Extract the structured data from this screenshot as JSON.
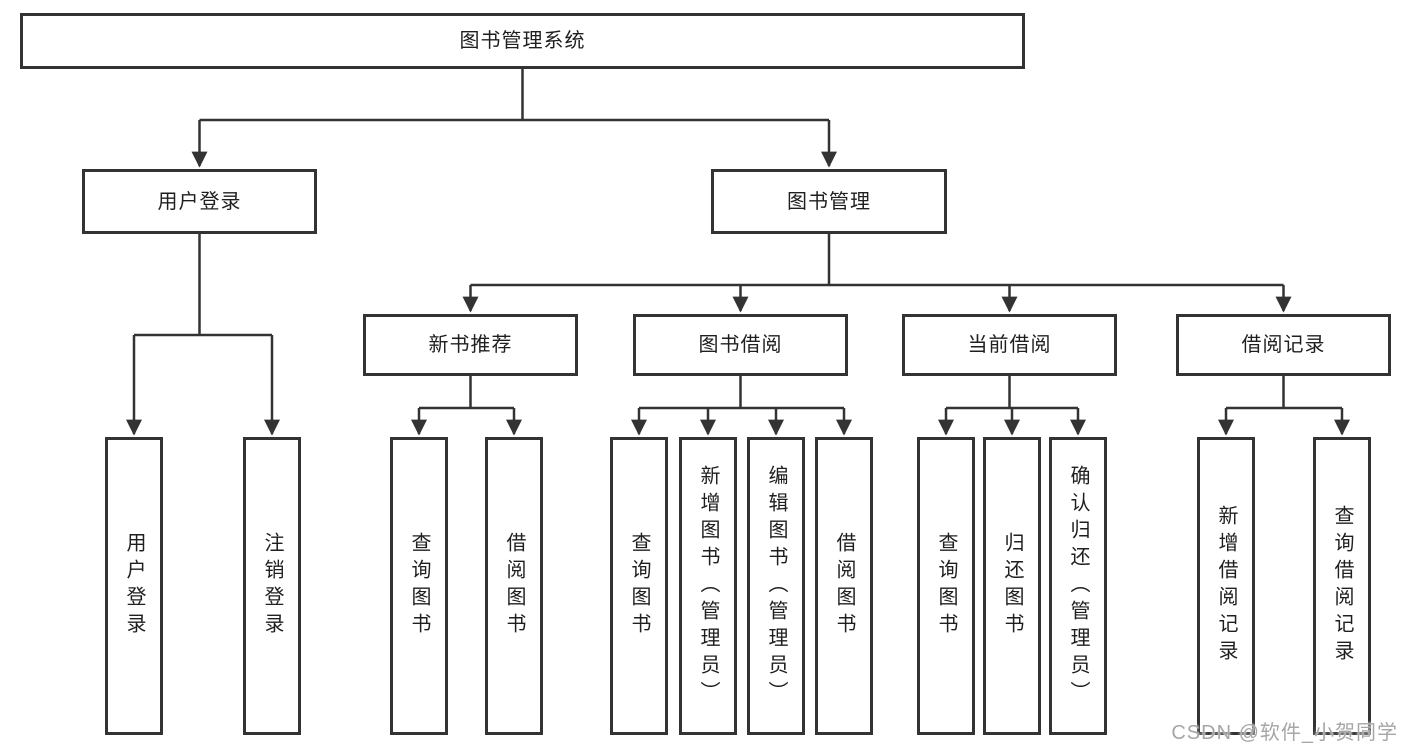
{
  "diagram": {
    "title": "图书管理系统",
    "root": {
      "label": "图书管理系统"
    },
    "level2": [
      {
        "id": "user-login",
        "label": "用户登录"
      },
      {
        "id": "book-management",
        "label": "图书管理"
      }
    ],
    "level3": [
      {
        "id": "new-book-recommendation",
        "label": "新书推荐"
      },
      {
        "id": "book-borrowing",
        "label": "图书借阅"
      },
      {
        "id": "current-borrowing",
        "label": "当前借阅"
      },
      {
        "id": "borrowing-records",
        "label": "借阅记录"
      }
    ],
    "leaves": [
      {
        "parent": "用户登录",
        "label": "用户登录"
      },
      {
        "parent": "用户登录",
        "label": "注销登录"
      },
      {
        "parent": "新书推荐",
        "label": "查询图书"
      },
      {
        "parent": "新书推荐",
        "label": "借阅图书"
      },
      {
        "parent": "图书借阅",
        "label": "查询图书"
      },
      {
        "parent": "图书借阅",
        "label": "新增图书（管理员）"
      },
      {
        "parent": "图书借阅",
        "label": "编辑图书（管理员）"
      },
      {
        "parent": "图书借阅",
        "label": "借阅图书"
      },
      {
        "parent": "当前借阅",
        "label": "查询图书"
      },
      {
        "parent": "当前借阅",
        "label": "归还图书"
      },
      {
        "parent": "当前借阅",
        "label": "确认归还（管理员）"
      },
      {
        "parent": "借阅记录",
        "label": "新增借阅记录"
      },
      {
        "parent": "借阅记录",
        "label": "查询借阅记录"
      }
    ]
  },
  "watermark": {
    "text": "CSDN @软件_小贺同学"
  },
  "colors": {
    "line": "#333333",
    "box_border": "#333333",
    "box_background": "#ffffff",
    "text": "#1f1f1f",
    "watermark": "#a6a6a6"
  }
}
